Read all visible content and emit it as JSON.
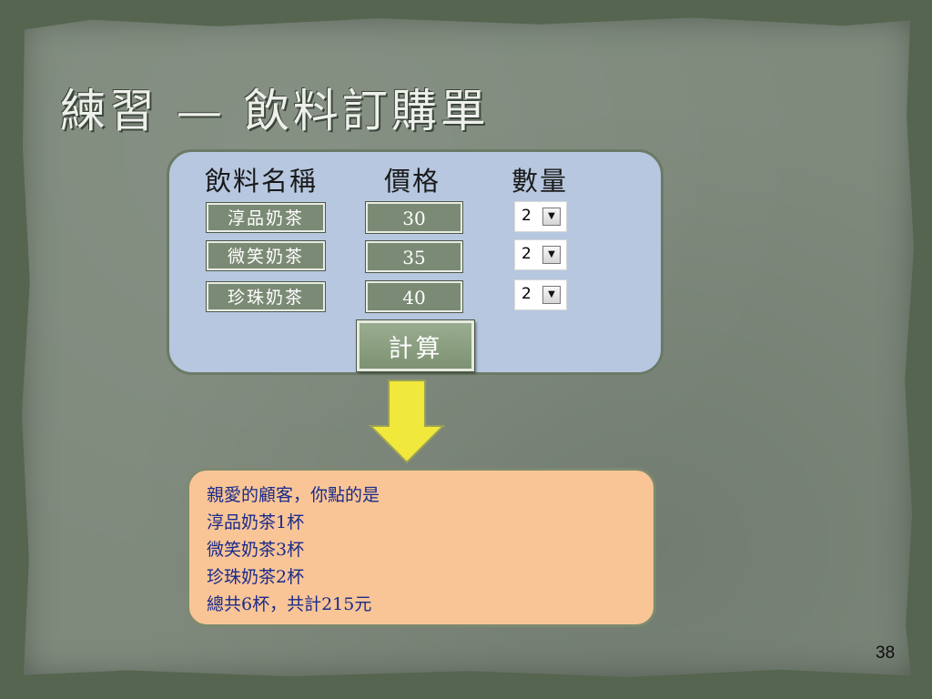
{
  "slide": {
    "title": "練習 — 飲料訂購單",
    "page_number": "38"
  },
  "form": {
    "headers": {
      "name": "飲料名稱",
      "price": "價格",
      "quantity": "數量"
    },
    "rows": [
      {
        "name": "淳品奶茶",
        "price": "30",
        "quantity": "2"
      },
      {
        "name": "微笑奶茶",
        "price": "35",
        "quantity": "2"
      },
      {
        "name": "珍珠奶茶",
        "price": "40",
        "quantity": "2"
      }
    ],
    "calc_label": "計算"
  },
  "result": {
    "lines": [
      "親愛的顧客，你點的是",
      "淳品奶茶1杯",
      "微笑奶茶3杯",
      "珍珠奶茶2杯",
      "總共6杯，共計215元"
    ]
  },
  "colors": {
    "form_panel": "#b6c7df",
    "result_panel": "#f9c596",
    "arrow": "#f0e83a",
    "result_text": "#1a2a8a"
  },
  "icons": {
    "dropdown": "chevron-down-icon",
    "flow_arrow": "arrow-down-icon"
  }
}
